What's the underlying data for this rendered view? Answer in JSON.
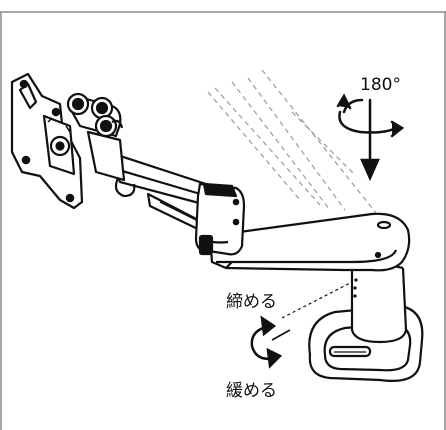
{
  "labels": {
    "rotation": "180°",
    "tighten": "締める",
    "loosen": "緩める"
  },
  "colors": {
    "outline": "#111111",
    "frame": "#8a8a8a",
    "dashed_ghost": "#9a9a9a",
    "background": "#ffffff"
  }
}
